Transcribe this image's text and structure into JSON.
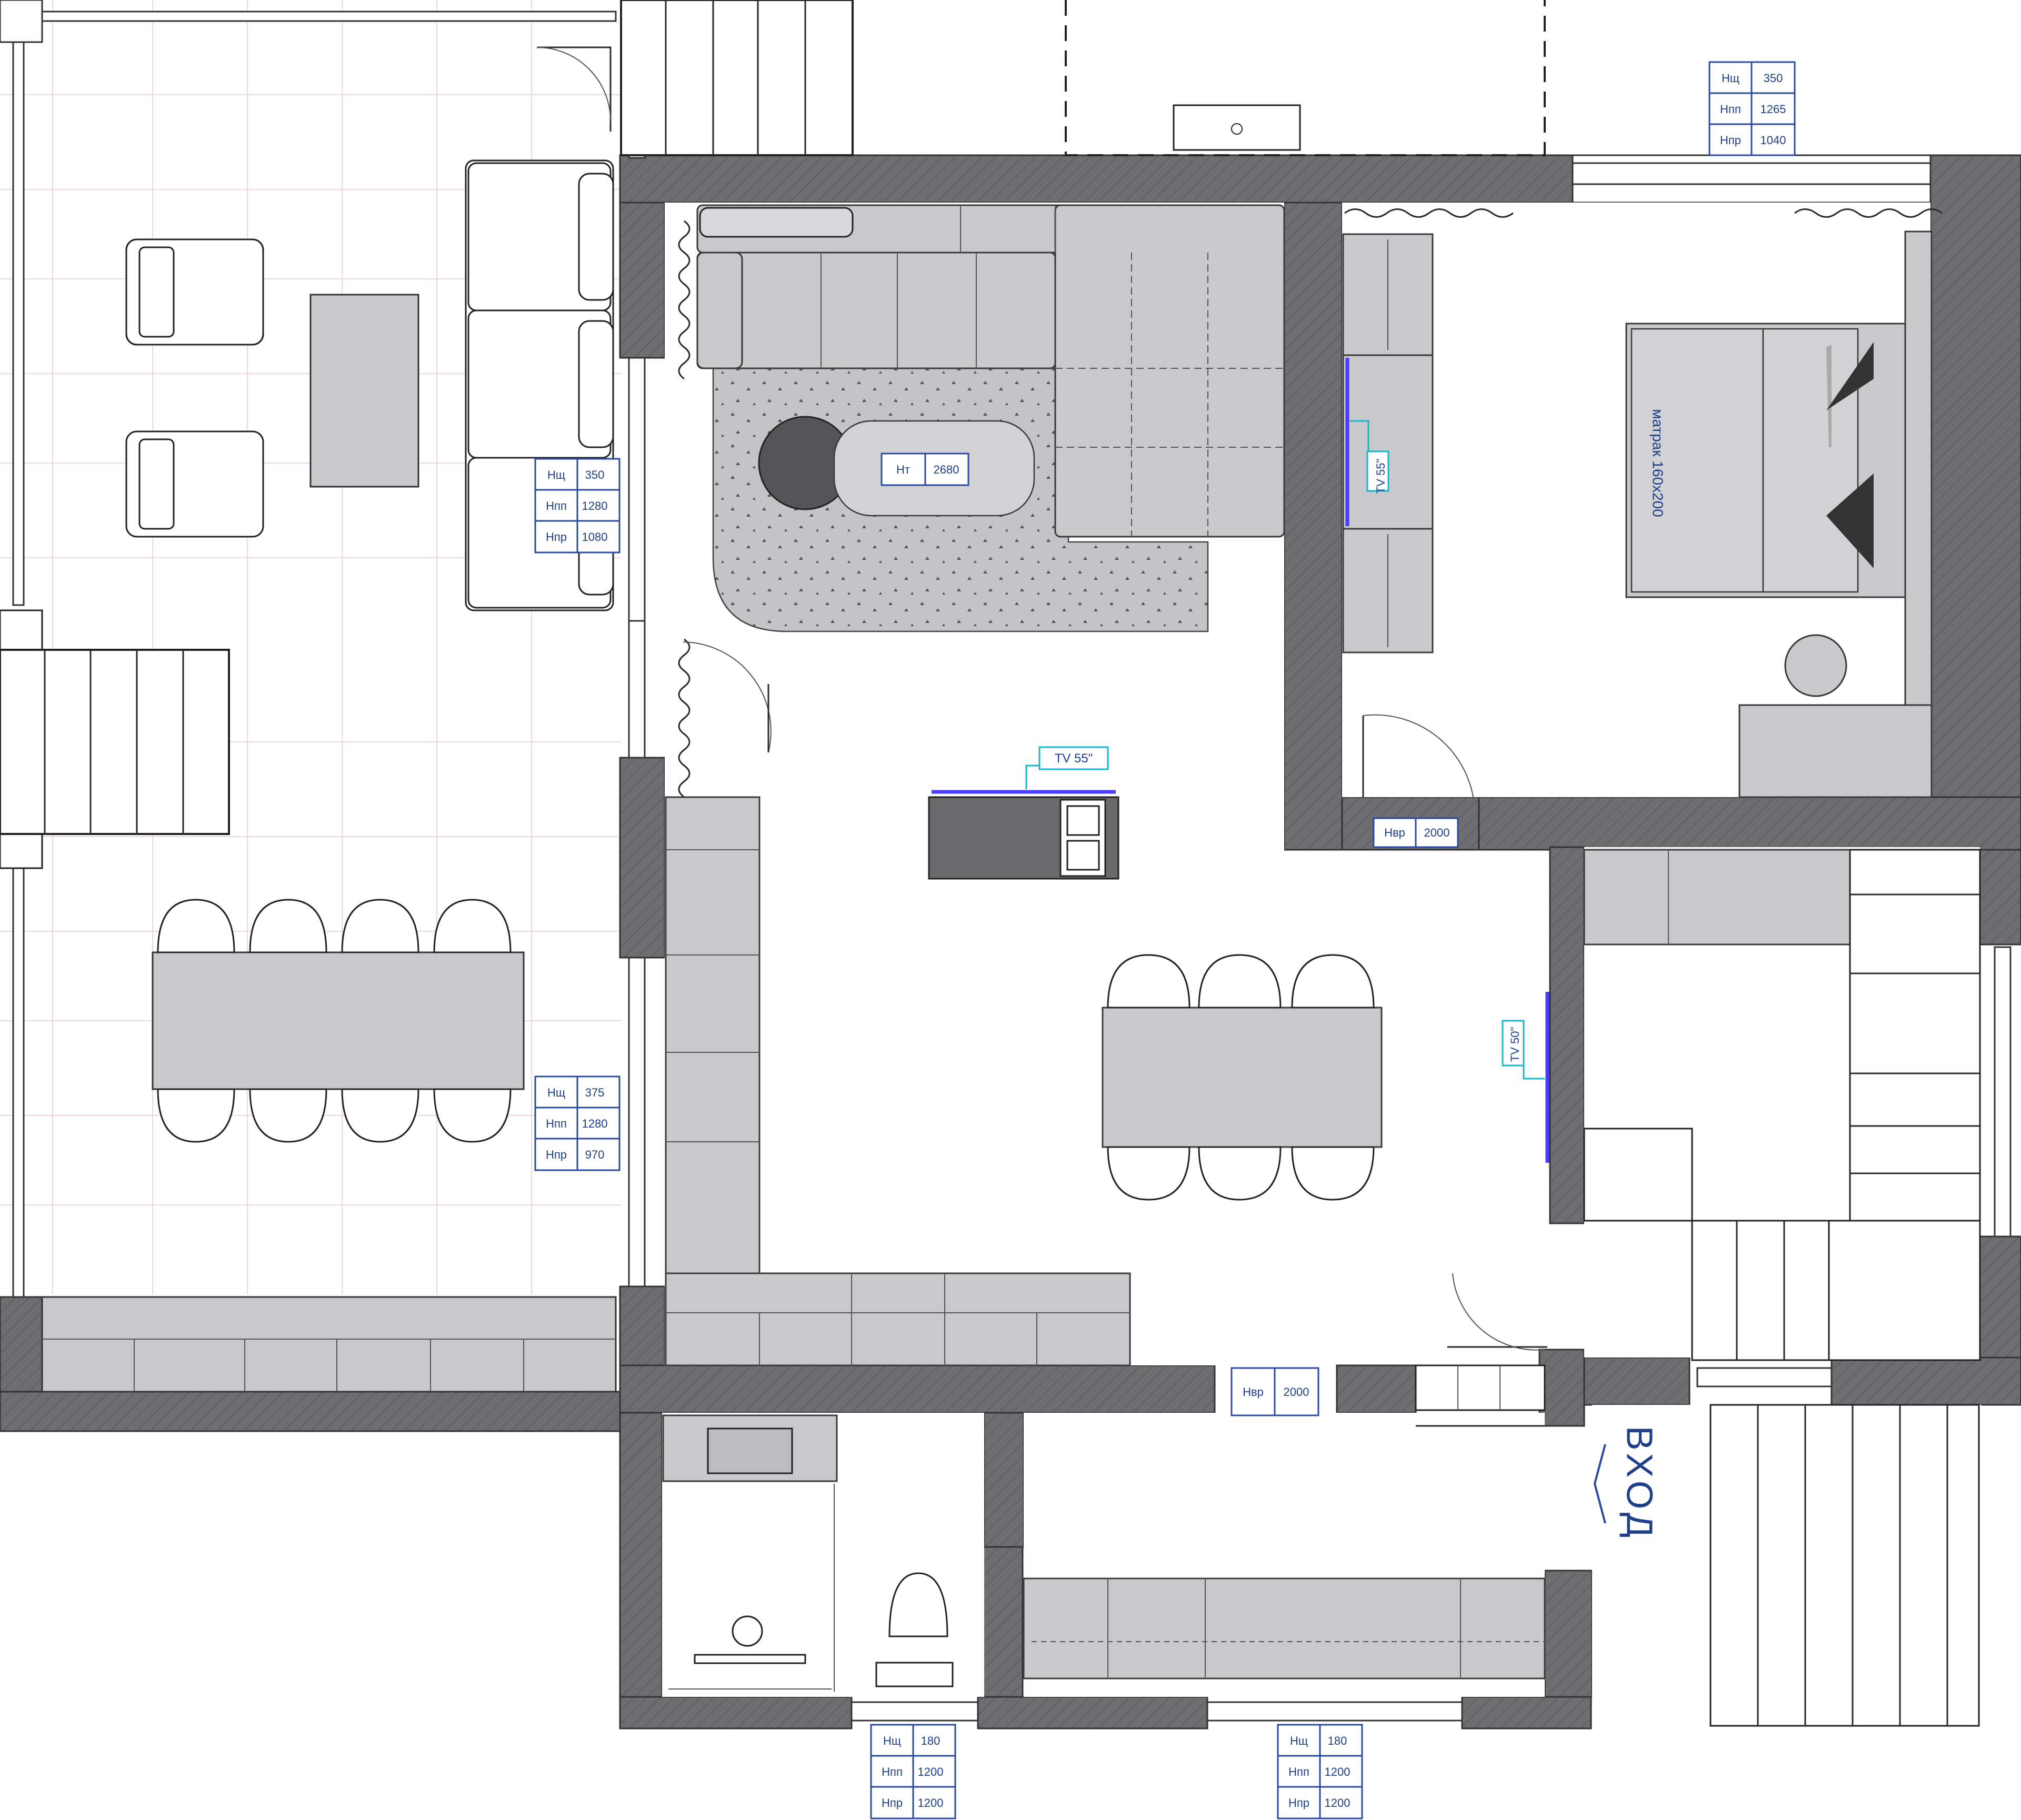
{
  "plan": {
    "entrance_label": "ВХОД",
    "bed_label": "матрак 160х200",
    "tv_labels": [
      "TV 55\"",
      "TV 55\"",
      "TV 50\""
    ],
    "table_tag": {
      "key": "Нт",
      "value": "2680"
    },
    "door_tags": [
      {
        "key": "Нвр",
        "value": "2000"
      },
      {
        "key": "Нвр",
        "value": "2000"
      }
    ],
    "window_tags": [
      {
        "rows": [
          {
            "key": "Нщ",
            "value": "350"
          },
          {
            "key": "Нпп",
            "value": "1265"
          },
          {
            "key": "Нпр",
            "value": "1040"
          }
        ]
      },
      {
        "rows": [
          {
            "key": "Нщ",
            "value": "350"
          },
          {
            "key": "Нпп",
            "value": "1280"
          },
          {
            "key": "Нпр",
            "value": "1080"
          }
        ]
      },
      {
        "rows": [
          {
            "key": "Нщ",
            "value": "375"
          },
          {
            "key": "Нпп",
            "value": "1280"
          },
          {
            "key": "Нпр",
            "value": "970"
          }
        ]
      },
      {
        "rows": [
          {
            "key": "Нщ",
            "value": "180"
          },
          {
            "key": "Нпп",
            "value": "1200"
          },
          {
            "key": "Нпр",
            "value": "1200"
          }
        ]
      },
      {
        "rows": [
          {
            "key": "Нщ",
            "value": "180"
          },
          {
            "key": "Нпп",
            "value": "1200"
          },
          {
            "key": "Нпр",
            "value": "1200"
          }
        ]
      }
    ]
  },
  "colors": {
    "wall": "#6e6e70",
    "furniture": "#c9c9cb",
    "tag_text": "#1f3f8a",
    "tv_bar": "#4a3dff",
    "tv_leader": "#14b8c8",
    "grid": "#e8c8d8"
  }
}
